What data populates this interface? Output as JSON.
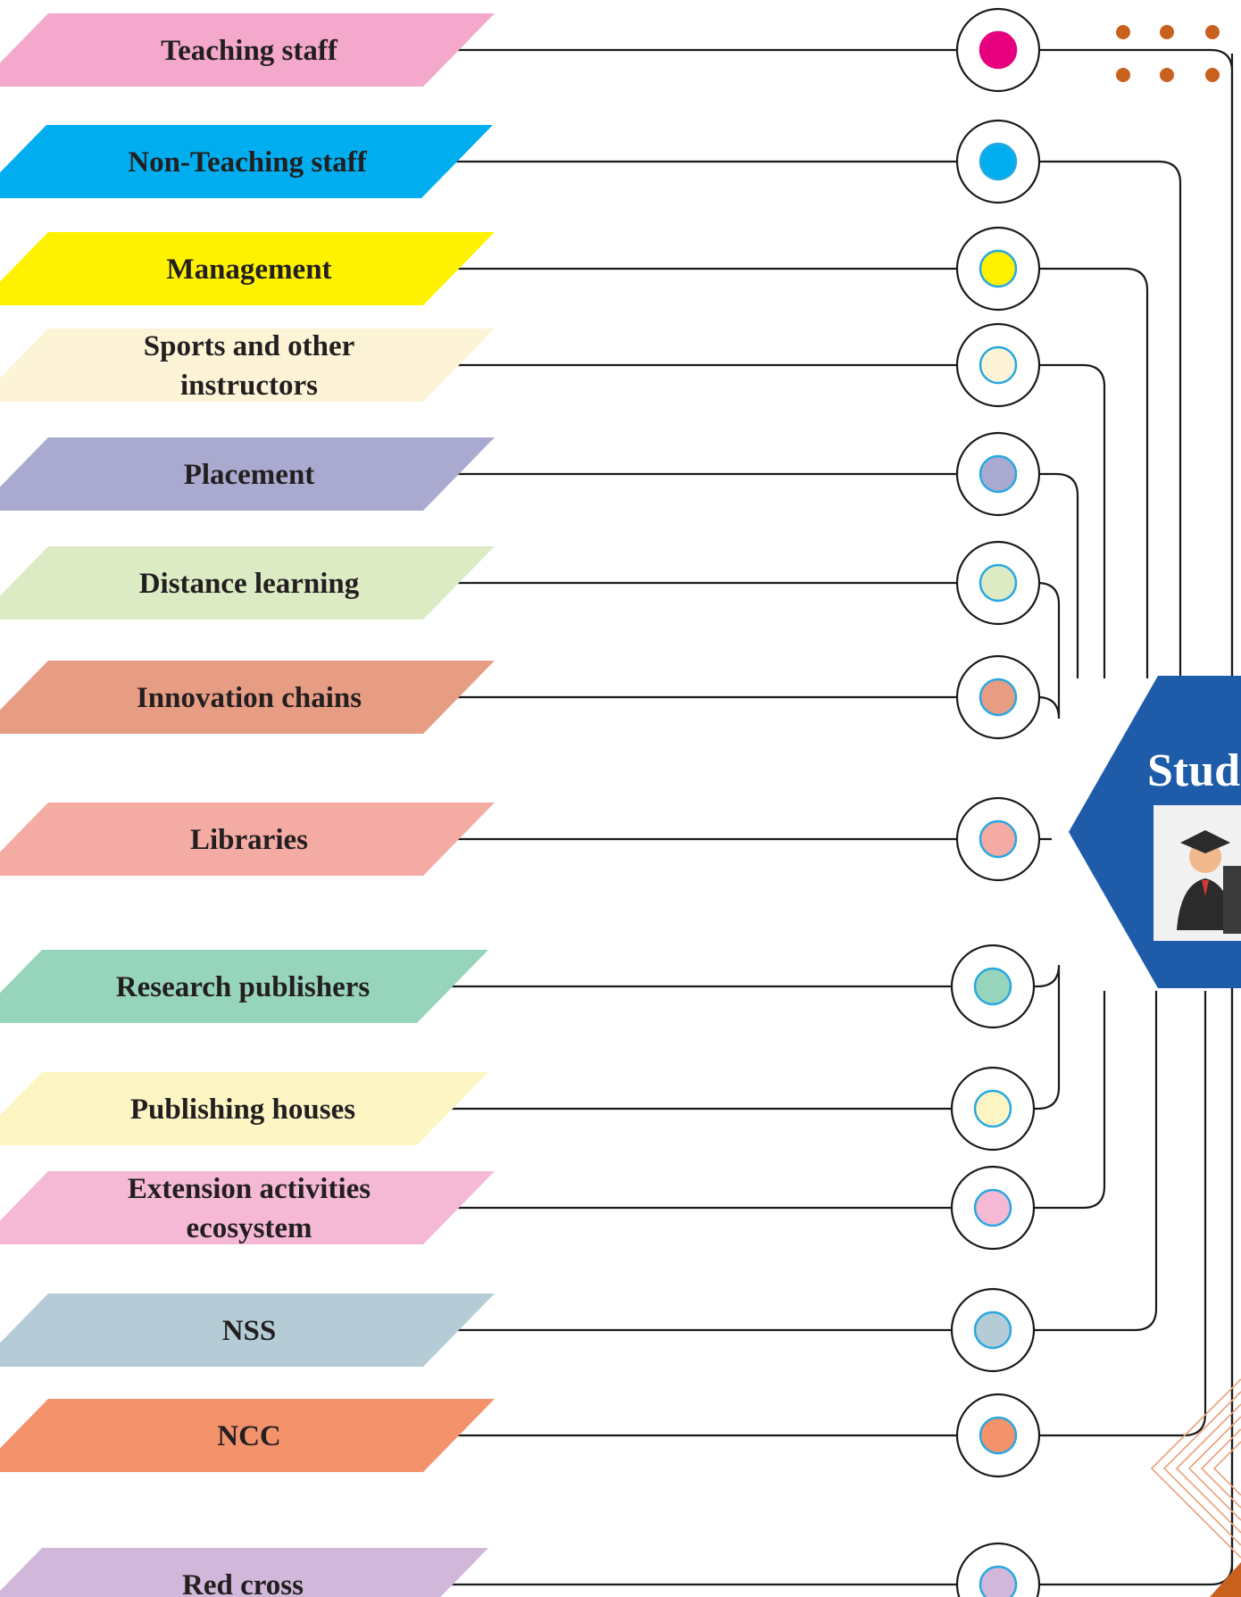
{
  "items": [
    {
      "lines": [
        "Teaching staff"
      ],
      "fill": "#f4a8cb",
      "dot": "#e6007e"
    },
    {
      "lines": [
        "Non-Teaching staff"
      ],
      "fill": "#00aeef",
      "dot": "#00aeef"
    },
    {
      "lines": [
        "Management"
      ],
      "fill": "#fff200",
      "dot": "#fff200"
    },
    {
      "lines": [
        "Sports and other",
        "instructors"
      ],
      "fill": "#fdf4d7",
      "dot": "#fdf4d7"
    },
    {
      "lines": [
        "Placement"
      ],
      "fill": "#aaaad0",
      "dot": "#aaaad0"
    },
    {
      "lines": [
        "Distance learning"
      ],
      "fill": "#dcebc4",
      "dot": "#dcebc4"
    },
    {
      "lines": [
        "Innovation chains"
      ],
      "fill": "#e79c84",
      "dot": "#e79c84"
    },
    {
      "lines": [
        "Libraries"
      ],
      "fill": "#f4aba3",
      "dot": "#f4aba3"
    },
    {
      "lines": [
        "Research publishers"
      ],
      "fill": "#97d4bc",
      "dot": "#97d4bc"
    },
    {
      "lines": [
        "Publishing houses"
      ],
      "fill": "#fdf6c4",
      "dot": "#fdf6c4"
    },
    {
      "lines": [
        "Extension activities",
        "ecosystem"
      ],
      "fill": "#f5b9d6",
      "dot": "#f5b9d6"
    },
    {
      "lines": [
        "NSS"
      ],
      "fill": "#b5ccd6",
      "dot": "#b5ccd6"
    },
    {
      "lines": [
        "NCC"
      ],
      "fill": "#f4926c",
      "dot": "#f4926c"
    },
    {
      "lines": [
        "Red cross"
      ],
      "fill": "#d1b7d9",
      "dot": "#d1b7d9"
    }
  ],
  "hub": {
    "label": "Stud",
    "fill": "#1e5ba8",
    "text_color": "#ffffff",
    "icon": "graduate-students-icon"
  },
  "colors": {
    "line": "#1a1a1a",
    "accent": "#c8601e",
    "ring": "#1a1a1a",
    "dot_stroke": "#29a8e0"
  }
}
